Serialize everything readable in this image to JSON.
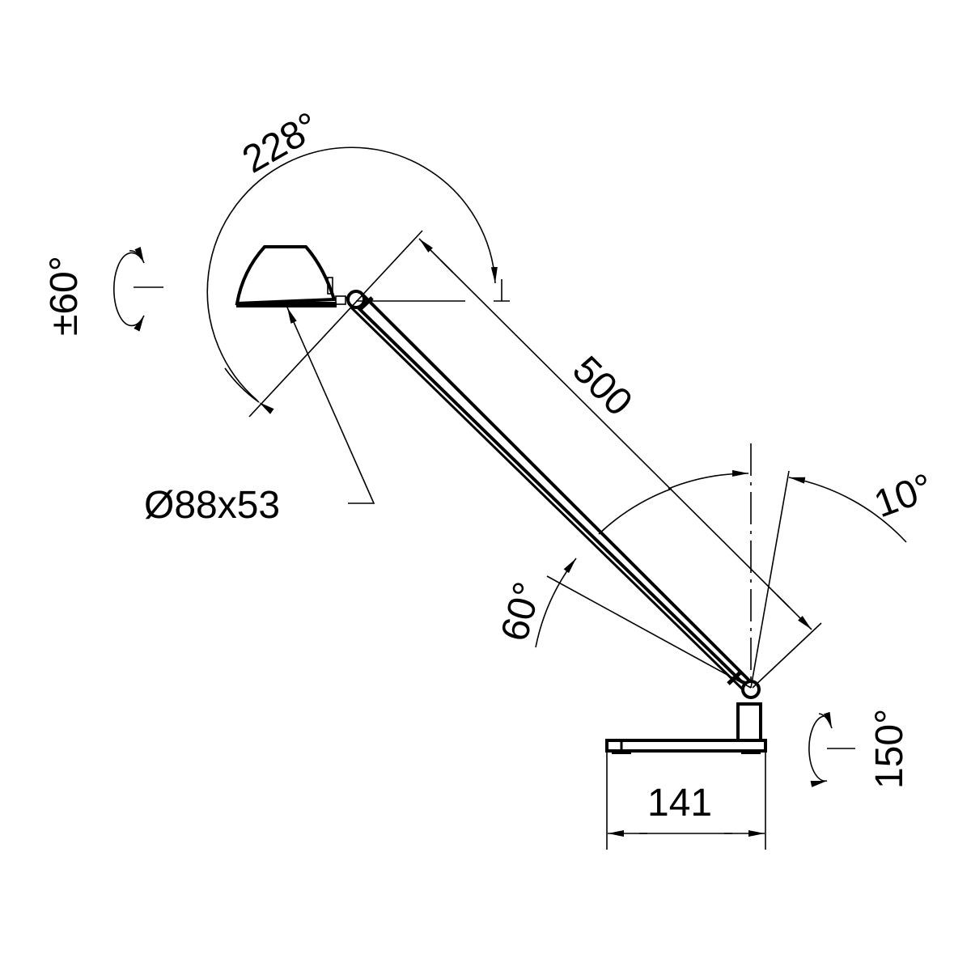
{
  "labels": {
    "head_tilt": "228°",
    "head_rotation": "±60°",
    "arm_length": "500",
    "head_size": "Ø88x53",
    "arm_back_tilt": "10°",
    "arm_forward_tilt": "60°",
    "base_rotation": "150°",
    "base_width": "141"
  },
  "colors": {
    "line": "#000000",
    "background": "#ffffff"
  }
}
